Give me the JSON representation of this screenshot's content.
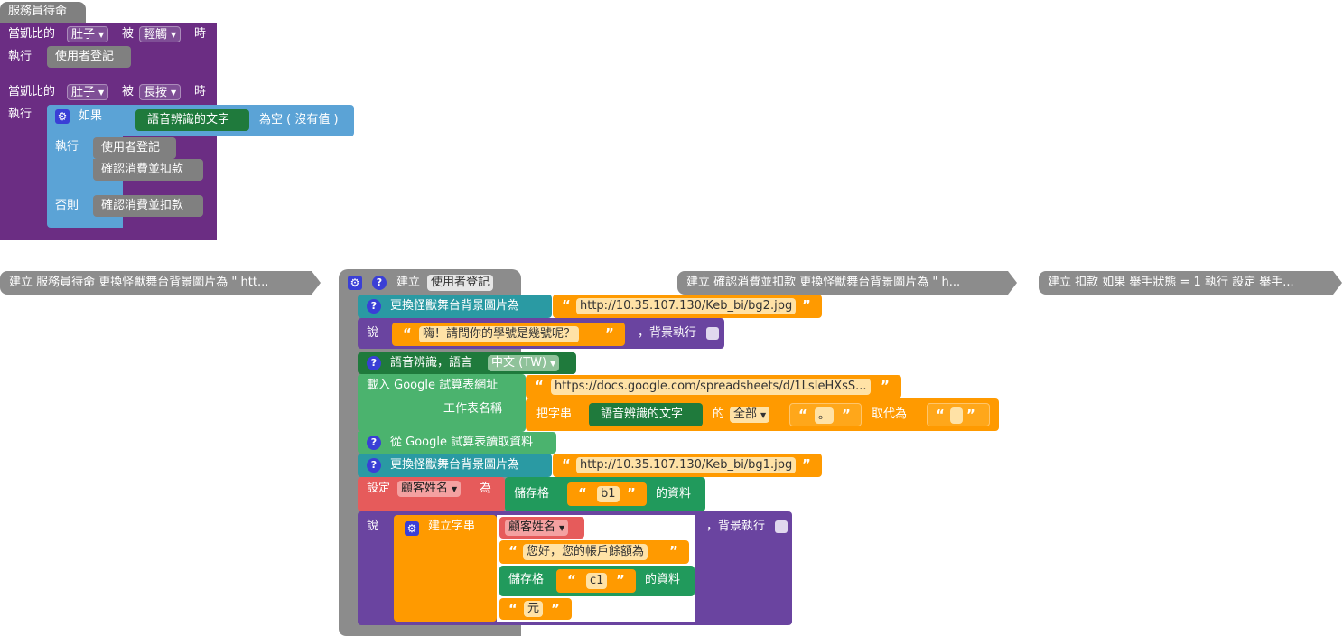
{
  "stack1": {
    "title": "服務員待命",
    "event1": {
      "when": "當凱比的",
      "part": "肚子",
      "by": "被",
      "action": "輕觸",
      "time": "時",
      "do": "執行",
      "call": "使用者登記"
    },
    "event2": {
      "when": "當凱比的",
      "part": "肚子",
      "by": "被",
      "action": "長按",
      "time": "時",
      "do": "執行",
      "if_label": "如果",
      "condition_var": "語音辨識的文字",
      "condition_test": "為空 ( 沒有值 )",
      "then_label": "執行",
      "then_calls": [
        "使用者登記",
        "確認消費並扣款"
      ],
      "else_label": "否則",
      "else_call": "確認消費並扣款"
    }
  },
  "collapsed": {
    "c1": "建立 服務員待命 更換怪獸舞台背景圖片為 \" htt...",
    "c2": "建立 確認消費並扣款 更換怪獸舞台背景圖片為 \" h...",
    "c3": "建立 扣款 如果 舉手狀態 = 1 執行 設定 舉手..."
  },
  "proc": {
    "define": "建立",
    "name": "使用者登記",
    "bg1_label": "更換怪獸舞台背景圖片為",
    "bg1_url": "http://10.35.107.130/Keb_bi/bg2.jpg",
    "say_label": "說",
    "say_text": "嗨！請問你的學號是幾號呢？",
    "bg_exec": "，背景執行",
    "speech_label": "語音辨識，語言",
    "speech_lang": "中文 (TW)",
    "load_label": "載入 Google 試算表網址",
    "load_url": "https://docs.google.com/spreadsheets/d/1LsIeHXsS...",
    "sheet_label": "工作表名稱",
    "replace_label": "把字串",
    "replace_var": "語音辨識的文字",
    "replace_of": "的",
    "replace_scope": "全部",
    "replace_from": "。",
    "replace_to_label": "取代為",
    "read_label": "從 Google 試算表讀取資料",
    "bg2_label": "更換怪獸舞台背景圖片為",
    "bg2_url": "http://10.35.107.130/Keb_bi/bg1.jpg",
    "set_label": "設定",
    "set_var": "顧客姓名",
    "set_as": "為",
    "cell_label": "儲存格",
    "cell1": "b1",
    "cell_suffix": "的資料",
    "say2_label": "說",
    "join_label": "建立字串",
    "join_var": "顧客姓名",
    "join_text": "您好，您的帳戶餘額為",
    "cell2": "c1",
    "yuan": "元",
    "bg_exec2": "，背景執行"
  }
}
